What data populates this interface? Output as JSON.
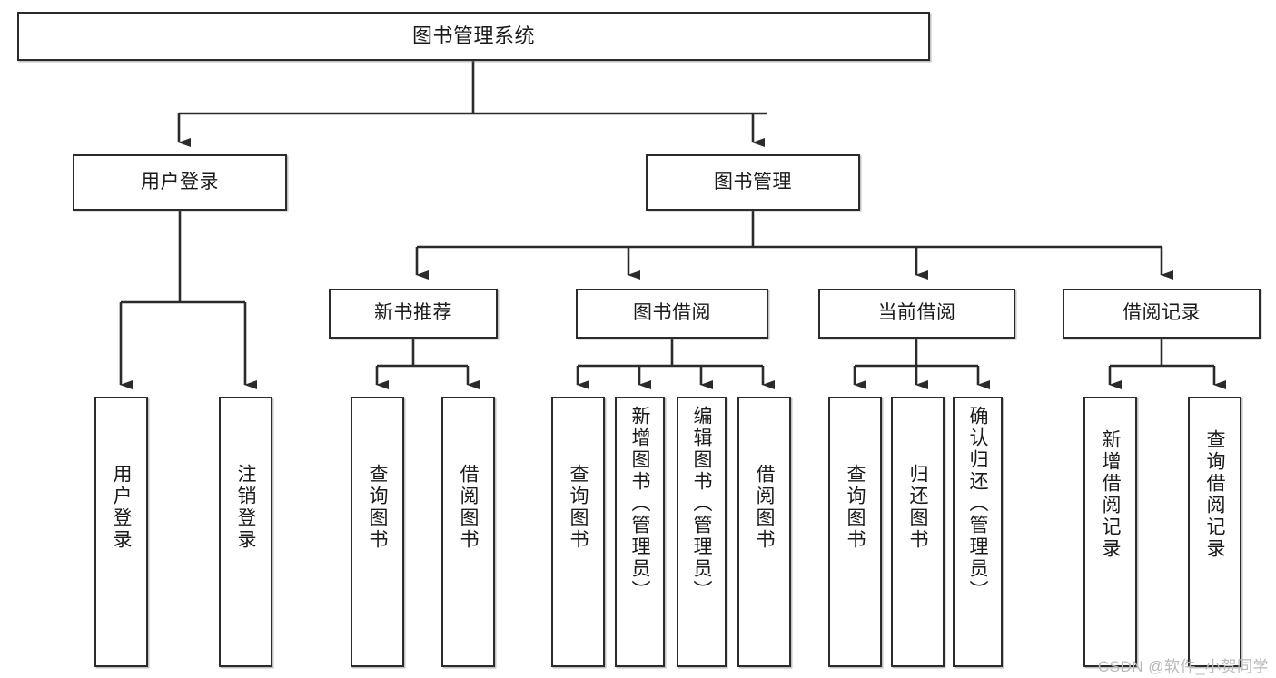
{
  "diagram": {
    "type": "tree",
    "title": "图书管理系统",
    "watermark": "CSDN @软件_小贺同学",
    "colors": {
      "stroke": "#2b2b2b",
      "fill": "#ffffff",
      "text": "#1a1a1a",
      "watermark": "#b9b9b9"
    },
    "levels": {
      "level1": [
        {
          "id": "root",
          "label": "图书管理系统"
        }
      ],
      "level2": [
        {
          "id": "login",
          "label": "用户登录"
        },
        {
          "id": "bookmgmt",
          "label": "图书管理"
        }
      ],
      "level3": [
        {
          "id": "newbook",
          "label": "新书推荐",
          "parent": "bookmgmt"
        },
        {
          "id": "borrow",
          "label": "图书借阅",
          "parent": "bookmgmt"
        },
        {
          "id": "current",
          "label": "当前借阅",
          "parent": "bookmgmt"
        },
        {
          "id": "record",
          "label": "借阅记录",
          "parent": "bookmgmt"
        }
      ],
      "level4": [
        {
          "id": "l-1",
          "label": "用户登录",
          "parent": "login"
        },
        {
          "id": "l-2",
          "label": "注销登录",
          "parent": "login"
        },
        {
          "id": "n-1",
          "label": "查询图书",
          "parent": "newbook"
        },
        {
          "id": "n-2",
          "label": "借阅图书",
          "parent": "newbook"
        },
        {
          "id": "b-1",
          "label": "查询图书",
          "parent": "borrow"
        },
        {
          "id": "b-2",
          "label": "新增图书（管理员）",
          "parent": "borrow"
        },
        {
          "id": "b-3",
          "label": "编辑图书（管理员）",
          "parent": "borrow"
        },
        {
          "id": "b-4",
          "label": "借阅图书",
          "parent": "borrow"
        },
        {
          "id": "c-1",
          "label": "查询图书",
          "parent": "current"
        },
        {
          "id": "c-2",
          "label": "归还图书",
          "parent": "current"
        },
        {
          "id": "c-3",
          "label": "确认归还（管理员）",
          "parent": "current"
        },
        {
          "id": "r-1",
          "label": "新增借阅记录",
          "parent": "record"
        },
        {
          "id": "r-2",
          "label": "查询借阅记录",
          "parent": "record"
        }
      ]
    }
  }
}
